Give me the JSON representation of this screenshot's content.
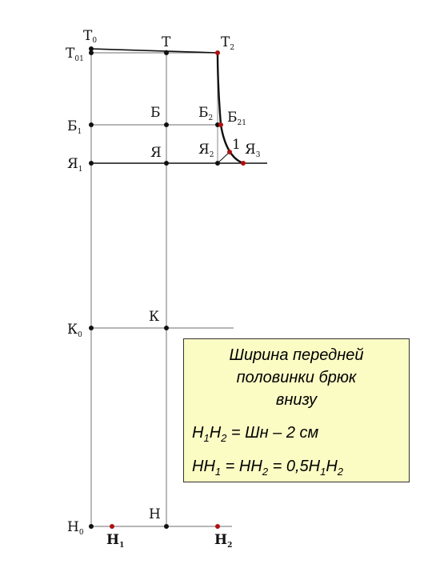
{
  "labels": {
    "T0": {
      "main": "Т",
      "sub": "0"
    },
    "T01": {
      "main": "Т",
      "sub": "01"
    },
    "T": {
      "main": "Т",
      "sub": ""
    },
    "T2": {
      "main": "Т",
      "sub": "2"
    },
    "B": {
      "main": "Б",
      "sub": ""
    },
    "B1": {
      "main": "Б",
      "sub": "1"
    },
    "B2": {
      "main": "Б",
      "sub": "2"
    },
    "B21": {
      "main": "Б",
      "sub": "21"
    },
    "Ya": {
      "main": "Я",
      "sub": ""
    },
    "Ya1": {
      "main": "Я",
      "sub": "1"
    },
    "Ya2": {
      "main": "Я",
      "sub": "2"
    },
    "Ya3": {
      "main": "Я",
      "sub": "3"
    },
    "one": {
      "main": "1",
      "sub": ""
    },
    "K": {
      "main": "К",
      "sub": ""
    },
    "K0": {
      "main": "К",
      "sub": "0"
    },
    "H": {
      "main": "Н",
      "sub": ""
    },
    "H0": {
      "main": "Н",
      "sub": "0"
    },
    "H1": {
      "main": "Н",
      "sub": "1"
    },
    "H2": {
      "main": "Н",
      "sub": "2"
    }
  },
  "info": {
    "title_lines": [
      "Ширина передней",
      "половинки брюк",
      "внизу"
    ],
    "formula1": {
      "a": "Н",
      "a_sub": "1",
      "b": "Н",
      "b_sub": "2",
      "rest": " = Шн – 2 см"
    },
    "formula2": {
      "a": "НН",
      "a_sub": "1",
      "eq1": " = НН",
      "b_sub": "2",
      "eq2": " = 0,5Н",
      "c_sub": "1",
      "d": "Н",
      "d_sub": "2"
    }
  },
  "colors": {
    "line": "#111111",
    "thin_line": "#8a8a8a",
    "point_black": "#111111",
    "point_red": "#b01010",
    "box_bg": "#fbfbc4"
  }
}
